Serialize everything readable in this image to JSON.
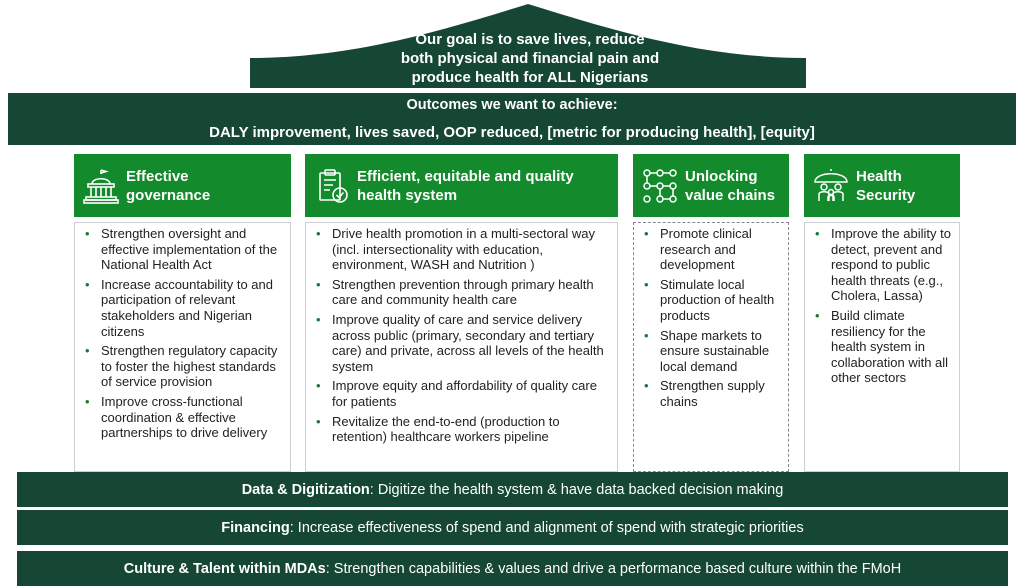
{
  "goal": {
    "line1": "Our goal is to save lives, reduce",
    "line2": "both physical and financial pain and",
    "line3": "produce health for ALL Nigerians"
  },
  "outcomes": {
    "title": "Outcomes we want to achieve:",
    "text": "DALY improvement, lives saved, OOP reduced, [metric for producing health], [equity]"
  },
  "pillars": [
    {
      "title_line1": "Effective",
      "title_line2": "governance",
      "icon": "government-building-icon",
      "items": [
        "Strengthen oversight and effective implementation of the National Health Act",
        "Increase accountability to and participation of relevant stakeholders and Nigerian citizens",
        "Strengthen regulatory capacity to foster the highest standards of service provision",
        "Improve cross-functional coordination & effective partnerships to drive delivery"
      ]
    },
    {
      "title_line1": "Efficient, equitable and quality",
      "title_line2": "health system",
      "icon": "clipboard-check-icon",
      "items": [
        "Drive health promotion in a multi-sectoral way (incl. intersectionality with education, environment, WASH and Nutrition )",
        "Strengthen prevention through primary health care and community health care",
        "Improve quality of care and service delivery across public (primary, secondary and tertiary care) and private, across all levels of the health system",
        "Improve equity and affordability of quality care for patients",
        "Revitalize the end-to-end (production to retention) healthcare workers pipeline"
      ]
    },
    {
      "title_line1": "Unlocking",
      "title_line2": "value chains",
      "icon": "network-nodes-icon",
      "items": [
        "Promote clinical research and development",
        "Stimulate local production of health products",
        "Shape markets to ensure sustainable local demand",
        "Strengthen supply chains"
      ]
    },
    {
      "title_line1": "Health",
      "title_line2": "Security",
      "icon": "people-umbrella-icon",
      "items": [
        "Improve the ability to detect, prevent and respond to public health threats (e.g., Cholera, Lassa)",
        "Build climate resiliency for the health system in collaboration with all other sectors"
      ]
    }
  ],
  "enablers": [
    {
      "label": "Data & Digitization",
      "text": ": Digitize the health system & have data backed decision making"
    },
    {
      "label": "Financing",
      "text": ": Increase effectiveness of spend and alignment of spend with strategic priorities"
    },
    {
      "label": "Culture & Talent within MDAs",
      "text": ": Strengthen capabilities & values and drive a performance based culture within the FMoH"
    }
  ],
  "colors": {
    "dark_green": "#154734",
    "pillar_green": "#138a2b",
    "bullet_green": "#1a7a36"
  }
}
